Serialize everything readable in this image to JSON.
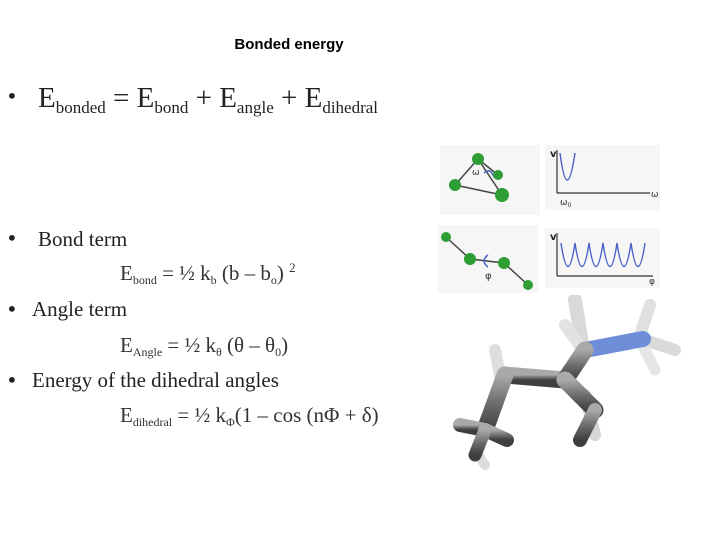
{
  "slide": {
    "title": "Bonded energy"
  },
  "main_equation": {
    "lhs": "E",
    "lhs_sub": "bonded",
    "equals": "=",
    "t1": "E",
    "t1_sub": "bond",
    "plus1": "+",
    "t2": "E",
    "t2_sub": "angle",
    "plus2": "+",
    "t3": "E",
    "t3_sub": "dihedral"
  },
  "bond": {
    "heading": "Bond term",
    "e": "E",
    "e_sub": "bond",
    "rhs1": " = ½  k",
    "k_sub": "b",
    "rhs2": " (b – b",
    "b0_sub": "o",
    "rhs3": ") ",
    "exp": "2"
  },
  "angle": {
    "heading": "Angle term",
    "e": "E",
    "e_sub": "Angle",
    "rhs1": " = ½  k",
    "k_sub": "θ",
    "rhs2": " (θ – θ",
    "t0_sub": "0",
    "rhs3": ")"
  },
  "dihedral": {
    "heading": "Energy of the dihedral angles",
    "e": "E",
    "e_sub": "dihedral",
    "rhs1": " = ½  k",
    "k_sub": "Φ",
    "rhs2": "(1 – cos (nΦ + δ)"
  },
  "diagram_labels": {
    "v_top": "v",
    "omega_node": "ω",
    "omega_axis": "ω",
    "omega0": "ω",
    "omega0_sub": "0",
    "v_bottom": "v",
    "phi_node": "φ",
    "phi_axis": "φ"
  },
  "colors": {
    "atom_green": "#2e9e34",
    "curve_blue": "#4a5fc8",
    "carbon_gray": "#6e6e6e",
    "nitrogen_blue": "#6e8fd8",
    "hydrogen_light": "#d8d8d8"
  }
}
